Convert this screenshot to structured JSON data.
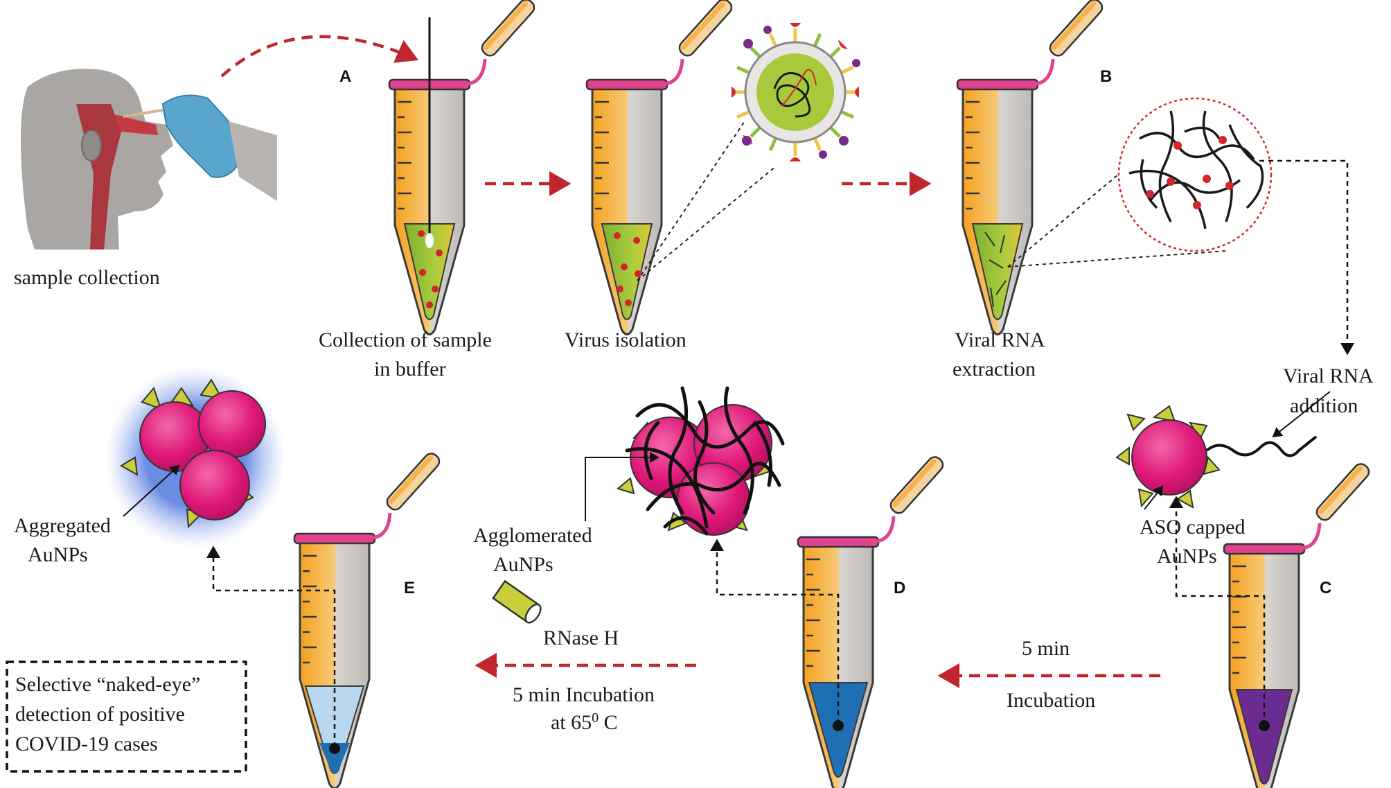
{
  "panel_letters": {
    "a": "A",
    "b": "B",
    "c": "C",
    "d": "D",
    "e": "E"
  },
  "labels": {
    "sample_collection": "sample collection",
    "collection_line1": "Collection of sample",
    "collection_line2": "in buffer",
    "virus_isolation": "Virus isolation",
    "rna_extraction_line1": "Viral RNA",
    "rna_extraction_line2": "extraction",
    "rna_addition_line1": "Viral RNA",
    "rna_addition_line2": "addition",
    "aso_line1": "ASO capped",
    "aso_line2": "AuNPs",
    "agglomerated_line1": "Agglomerated",
    "agglomerated_line2": "AuNPs",
    "aggregated_line1": "Aggregated",
    "aggregated_line2": "AuNPs",
    "rnase": "RNase H",
    "incubation_time": "5 min",
    "incubation": "Incubation",
    "incubation65_line1": "5 min Incubation",
    "incubation65_line2": "at 65",
    "incubation65_sup": "0",
    "incubation65_unit": " C",
    "box_line1": "Selective “naked-eye”",
    "box_line2": "detection of positive",
    "box_line3": "COVID-19 cases"
  },
  "colors": {
    "tube_orange": "#f5b335",
    "tube_gray": "#d6d3d0",
    "cap_pink": "#e0448f",
    "green_liquid": "#9cc43a",
    "blue_liquid": "#1f6fb5",
    "light_blue_liquid": "#b9d7ee",
    "purple_liquid": "#6a2c91",
    "red_arrow": "#c0272d",
    "aunp_pink": "#e0197a",
    "ligand_yellow": "#c9cf3b",
    "glove_blue": "#5aa6cf"
  }
}
